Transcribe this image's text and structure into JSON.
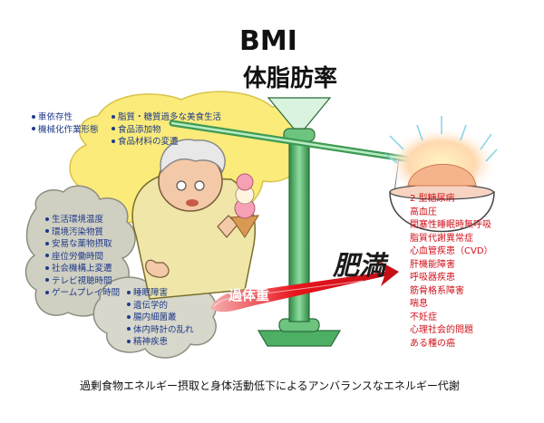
{
  "title": {
    "line1": "BMI",
    "line2": "体脂肪率"
  },
  "labels": {
    "overweight": "過体重",
    "obesity": "肥満"
  },
  "caption": "過剰食物エネルギー摂取と身体活動低下によるアンバランスなエネルギー代謝",
  "causes_top_left": [
    "車依存性",
    "機械化作業形態"
  ],
  "causes_top_middle": [
    "脂質・糖質過多な美食生活",
    "食品添加物",
    "食品材料の変遷"
  ],
  "causes_left": [
    "生活環境温度",
    "環境汚染物質",
    "安易な薬物摂取",
    "座位労働時間",
    "社会機構上変遷",
    "テレビ視聴時間",
    "ゲームプレイ時間"
  ],
  "causes_bottom": [
    "睡眠障害",
    "遺伝学的",
    "腸内細菌叢",
    "体内時計の乱れ",
    "精神疾患"
  ],
  "consequences": [
    "2 型糖尿病",
    "高血圧",
    "閉塞性睡眠時無呼吸",
    "脂質代謝異常症",
    "心血管疾患（CVD）",
    "肝機能障害",
    "呼吸器疾患",
    "筋骨格系障害",
    "喘息",
    "不妊症",
    "心理社会的問題",
    "ある種の癌"
  ],
  "colors": {
    "cause_text": "#1f3a8a",
    "disease_text": "#d0121b",
    "arrow": "#e8141c",
    "scale_green": "#4caf64",
    "cloud_yellow": "#fbeb7a"
  }
}
